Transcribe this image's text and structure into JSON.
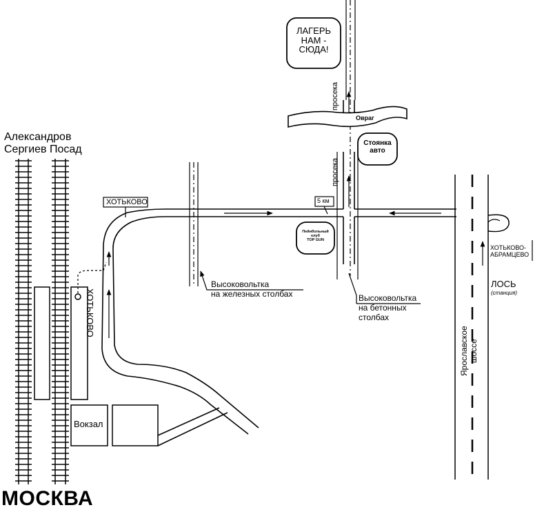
{
  "map": {
    "terminus_north": "Александров Сергиев Посад",
    "terminus_north_line1": "Александров",
    "terminus_north_line2": "Сергиев Посад",
    "terminus_south": "МОСКВА",
    "station_platform": "ХОТЬКОВО",
    "station_sign": "ХОТЬКОВО",
    "station_building": "Вокзал",
    "camp": {
      "line1": "ЛАГЕРЬ",
      "line2": "НАМ -",
      "line3": "СЮДА!"
    },
    "ravine": "Овраг",
    "parking": {
      "line1": "Стоянка",
      "line2": "авто"
    },
    "clearing_north": "просека",
    "clearing_south": "просека",
    "km_marker": "5 км",
    "paintball": {
      "line1": "Пейнбольный",
      "line2": "клуб",
      "line3": "TOP GUN"
    },
    "powerline_iron": {
      "line1": "Высоковольтка",
      "line2": "на железных столбах"
    },
    "powerline_concrete": {
      "line1": "Высоковольтка",
      "line2": "на бетонных",
      "line3": "столбах"
    },
    "highway": {
      "line1": "Ярославское",
      "line2": "шоссе"
    },
    "junction_sign": {
      "line1": "ХОТЬКОВО-",
      "line2": "АБРАМЦЕВО"
    },
    "los_station": {
      "name": "ЛОСЬ",
      "note": "(станция)"
    }
  }
}
